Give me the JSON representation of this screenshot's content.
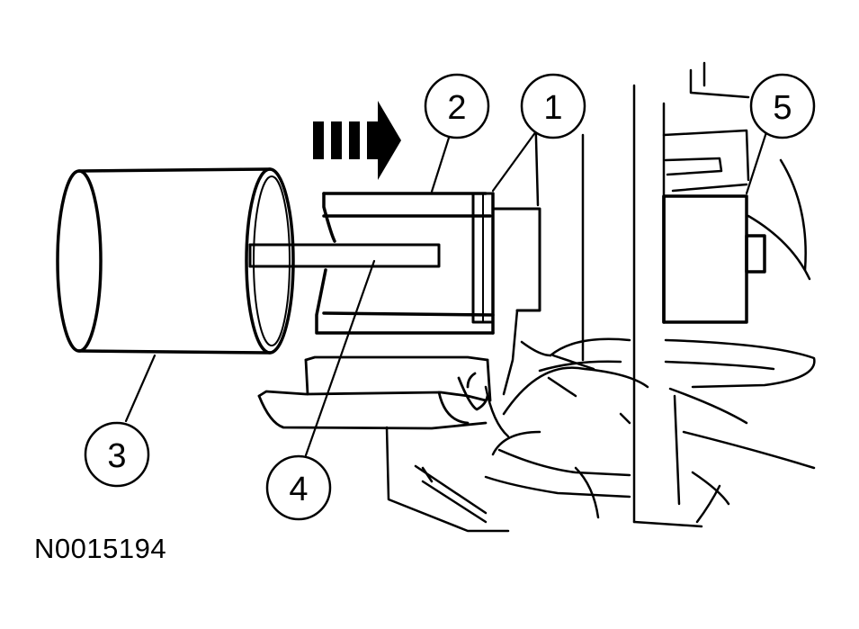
{
  "figure_id": "N0015194",
  "direction_arrow": "arrow-right-icon",
  "callouts": [
    {
      "number": "1"
    },
    {
      "number": "2"
    },
    {
      "number": "3"
    },
    {
      "number": "4"
    },
    {
      "number": "5"
    }
  ],
  "colors": {
    "ink": "#000000",
    "background": "#ffffff"
  }
}
